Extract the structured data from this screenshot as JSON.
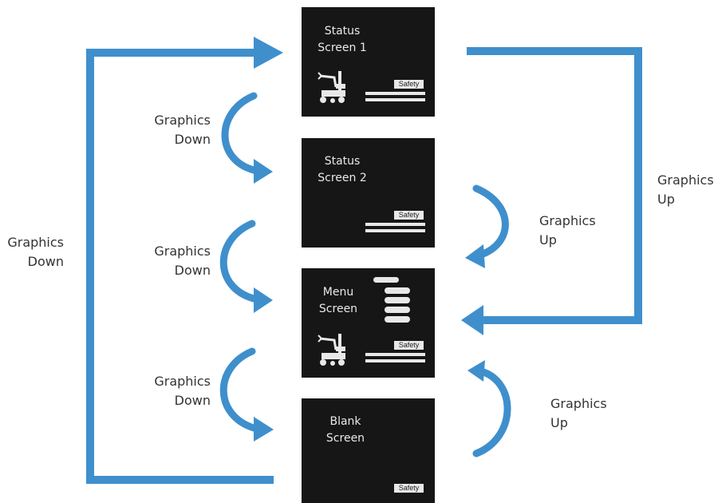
{
  "screens": {
    "status1": {
      "title": "Status\nScreen 1",
      "safety": "Safety"
    },
    "status2": {
      "title": "Status\nScreen 2",
      "safety": "Safety"
    },
    "menu": {
      "title": "Menu\nScreen",
      "safety": "Safety"
    },
    "blank": {
      "title": "Blank\nScreen",
      "safety": "Safety"
    }
  },
  "transitions": {
    "down_1_2": "Graphics\nDown",
    "down_2_3": "Graphics\nDown",
    "down_3_4": "Graphics\nDown",
    "down_loop": "Graphics\nDown",
    "up_2_3": "Graphics\nUp",
    "up_4_3": "Graphics\nUp",
    "up_loop": "Graphics\nUp"
  },
  "colors": {
    "arrow": "#3f8fcd",
    "screen": "#161616",
    "screen_text": "#e9e9e9"
  },
  "icons": {
    "robot": "wheelchair-robot-arm-icon"
  }
}
